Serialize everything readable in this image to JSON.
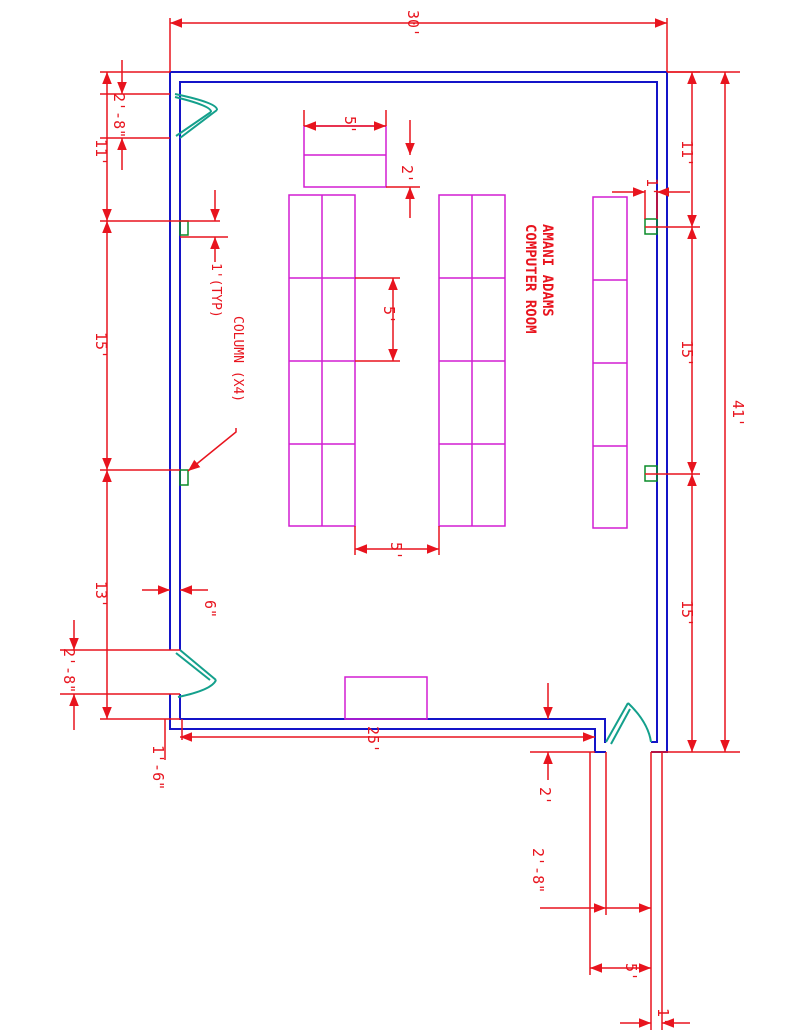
{
  "drawing": {
    "room_title_line1": "AMANI ADAMS",
    "room_title_line2": "COMPUTER ROOM",
    "column_label": "COLUMN (X4)",
    "column_size_label": "1'(TYP)"
  },
  "dimensions": {
    "overall_width": "30'",
    "overall_length": "41'",
    "right_top": "11'",
    "right_mid": "15'",
    "right_bottom": "15'",
    "right_column": "1'",
    "left_top_door": "2'-8\"",
    "left_top": "11'",
    "left_mid": "15'",
    "left_bottom": "13'",
    "left_bottom_door": "2'-8\"",
    "left_wall_offset": "6\"",
    "left_corner": "1'-6\"",
    "bottom_wall": "25'",
    "notch_depth": "2'",
    "bottom_door": "2'-8\"",
    "notch_width": "5'",
    "wall_thickness": "1'",
    "table_top_width": "5'",
    "table_top_depth": "2'",
    "aisle_vertical": "5'",
    "aisle_between_rows": "5'"
  },
  "colors": {
    "wall": "#1414c8",
    "dimension": "#e8141e",
    "furniture": "#d21ed2",
    "door": "#14a08c",
    "column": "#0a8c28"
  }
}
